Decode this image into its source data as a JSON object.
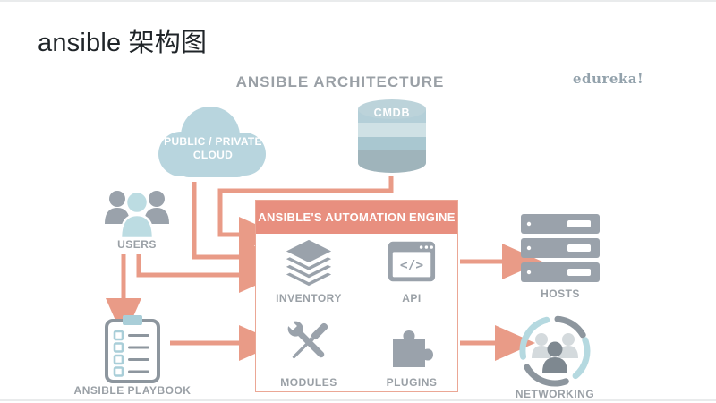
{
  "page": {
    "title": "ansible 架构图"
  },
  "diagram": {
    "title": "ANSIBLE ARCHITECTURE",
    "logo": "edureka!",
    "nodes": {
      "cloud": {
        "label_line1": "PUBLIC / PRIVATE",
        "label_line2": "CLOUD"
      },
      "cmdb": {
        "label": "CMDB"
      },
      "users": {
        "label": "USERS"
      },
      "playbook": {
        "label": "ANSIBLE PLAYBOOK"
      },
      "engine": {
        "title": "ANSIBLE'S AUTOMATION ENGINE",
        "api_icon_glyph": "</>",
        "components": [
          {
            "id": "inventory",
            "label": "INVENTORY"
          },
          {
            "id": "api",
            "label": "API"
          },
          {
            "id": "modules",
            "label": "MODULES"
          },
          {
            "id": "plugins",
            "label": "PLUGINS"
          }
        ]
      },
      "hosts": {
        "label": "HOSTS"
      },
      "networking": {
        "label": "NETWORKING"
      }
    },
    "connections": [
      {
        "from": "cloud",
        "to": "engine"
      },
      {
        "from": "cmdb",
        "to": "engine"
      },
      {
        "from": "users",
        "to": "engine"
      },
      {
        "from": "users",
        "to": "playbook"
      },
      {
        "from": "playbook",
        "to": "engine"
      },
      {
        "from": "engine",
        "to": "hosts"
      },
      {
        "from": "engine",
        "to": "networking"
      }
    ],
    "colors": {
      "arrow": "#e99b87",
      "engine_header": "#e88f7f",
      "engine_border": "#eba795",
      "node_blue": "#b8d5de",
      "cylinder_bands": [
        "#bcd3da",
        "#cfe1e5",
        "#a9c7d0",
        "#9fb4bb"
      ],
      "icon_gray": "#9aa2ab",
      "label_gray": "#9aa0a6",
      "logo_color": "#93a2ac"
    }
  }
}
